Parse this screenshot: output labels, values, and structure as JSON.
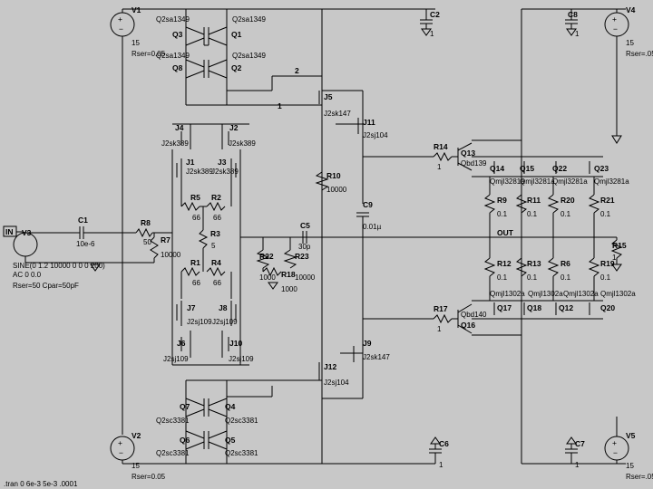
{
  "sources": {
    "v1": {
      "name": "V1",
      "value": "15",
      "rser": "Rser=0.05"
    },
    "v2": {
      "name": "V2",
      "value": "15",
      "rser": "Rser=0.05"
    },
    "v4": {
      "name": "V4",
      "value": "15",
      "rser": "Rser=.05"
    },
    "v5": {
      "name": "V5",
      "value": "15",
      "rser": "Rser=.05"
    },
    "v3": {
      "name": "V3",
      "port": "IN",
      "sine": "SINE(0 1.2 10000 0 0 0 200)",
      "ac": "AC 0 0.0",
      "rser": "Rser=50 Cpar=50pF"
    }
  },
  "transistors": {
    "q1": {
      "name": "Q1",
      "model": "Q2sa1349"
    },
    "q2": {
      "name": "Q2",
      "model": "Q2sa1349"
    },
    "q3": {
      "name": "Q3",
      "model": "Q2sa1349"
    },
    "q8": {
      "name": "Q8",
      "model": "Q2sa1349"
    },
    "q7": {
      "name": "Q7",
      "model": "Q2sc3381"
    },
    "q4": {
      "name": "Q4",
      "model": "Q2sc3381"
    },
    "q6": {
      "name": "Q6",
      "model": "Q2sc3381"
    },
    "q5": {
      "name": "Q5",
      "model": "Q2sc3381"
    },
    "q13": {
      "name": "Q13",
      "model": "Qbd139"
    },
    "q16": {
      "name": "Q16",
      "model": "Qbd140"
    },
    "q14": {
      "name": "Q14",
      "model": "Qmjl3281a"
    },
    "q15": {
      "name": "Q15",
      "model": "Qmjl3281a"
    },
    "q22": {
      "name": "Q22",
      "model": "Qmjl3281a"
    },
    "q23": {
      "name": "Q23",
      "model": "Qmjl3281a"
    },
    "q17": {
      "name": "Q17",
      "model": "Qmjl1302a"
    },
    "q18": {
      "name": "Q18",
      "model": "Qmjl1302a"
    },
    "q12": {
      "name": "Q12",
      "model": "Qmjl1302a"
    },
    "q20": {
      "name": "Q20",
      "model": "Qmjl1302a"
    }
  },
  "jfets": {
    "j1": {
      "name": "J1",
      "model": "J2sk389"
    },
    "j2": {
      "name": "J2",
      "model": "J2sk389"
    },
    "j3": {
      "name": "J3",
      "model": "J2sk389"
    },
    "j4": {
      "name": "J4",
      "model": "J2sk389"
    },
    "j5": {
      "name": "J5",
      "model": "J2sk147"
    },
    "j9": {
      "name": "J9",
      "model": "J2sk147"
    },
    "j11": {
      "name": "J11",
      "model": "J2sj104"
    },
    "j12": {
      "name": "J12",
      "model": "J2sj104"
    },
    "j6": {
      "name": "J6",
      "model": "J2sj109"
    },
    "j7": {
      "name": "J7",
      "model": "J2sj109"
    },
    "j8": {
      "name": "J8",
      "model": "J2sj109"
    },
    "j10": {
      "name": "J10",
      "model": "J2sj109"
    }
  },
  "resistors": {
    "r1": {
      "name": "R1",
      "value": "66"
    },
    "r2": {
      "name": "R2",
      "value": "66"
    },
    "r3": {
      "name": "R3",
      "value": "5"
    },
    "r4": {
      "name": "R4",
      "value": "66"
    },
    "r5": {
      "name": "R5",
      "value": "66"
    },
    "r7": {
      "name": "R7",
      "value": "10000"
    },
    "r8": {
      "name": "R8",
      "value": "50"
    },
    "r10": {
      "name": "R10",
      "value": "10000"
    },
    "r14": {
      "name": "R14",
      "value": "1"
    },
    "r17": {
      "name": "R17",
      "value": "1"
    },
    "r18": {
      "name": "R18",
      "value": "1000"
    },
    "r22": {
      "name": "R22",
      "value": "1000"
    },
    "r23": {
      "name": "R23",
      "value": "10000"
    },
    "r9": {
      "name": "R9",
      "value": "0.1"
    },
    "r11": {
      "name": "R11",
      "value": "0.1"
    },
    "r20": {
      "name": "R20",
      "value": "0.1"
    },
    "r21": {
      "name": "R21",
      "value": "0.1"
    },
    "r12": {
      "name": "R12",
      "value": "0.1"
    },
    "r13": {
      "name": "R13",
      "value": "0.1"
    },
    "r6": {
      "name": "R6",
      "value": "0.1"
    },
    "r19": {
      "name": "R19",
      "value": "0.1"
    },
    "r15": {
      "name": "R15",
      "value": "1"
    }
  },
  "capacitors": {
    "c1": {
      "name": "C1",
      "value": "10e-6"
    },
    "c2": {
      "name": "C2",
      "value": "1"
    },
    "c5": {
      "name": "C5",
      "value": "30p"
    },
    "c6": {
      "name": "C6",
      "value": "1"
    },
    "c7": {
      "name": "C7",
      "value": "1"
    },
    "c8": {
      "name": "C8",
      "value": "1"
    },
    "c9": {
      "name": "C9",
      "value": "0.01µ"
    }
  },
  "nets": {
    "out": "OUT",
    "n1": "1",
    "n2": "2"
  },
  "directive": ".tran 0 6e-3 5e-3 .0001",
  "colors": {
    "background": "#c8c8c8",
    "wire": "#000000"
  }
}
